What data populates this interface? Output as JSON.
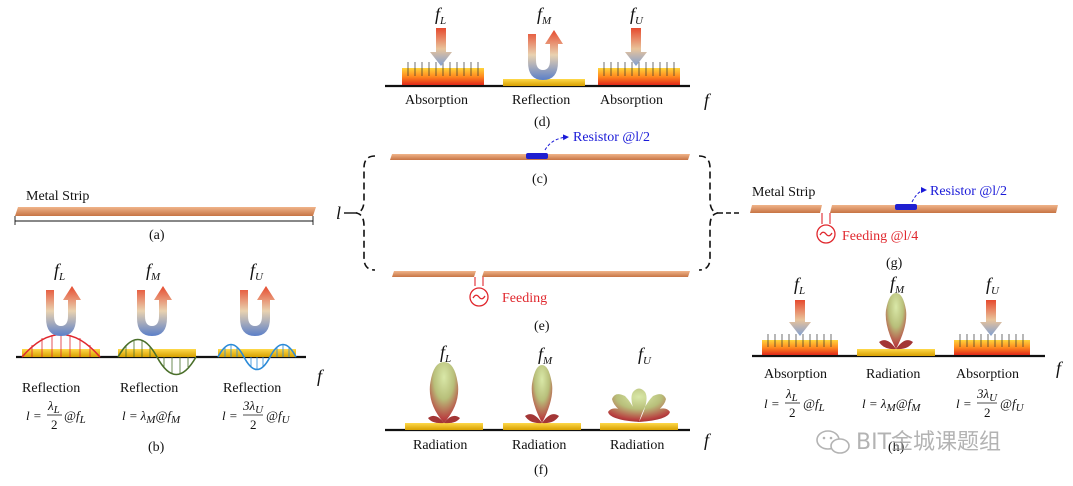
{
  "panels": {
    "a": {
      "caption": "(a)",
      "label": "Metal Strip"
    },
    "b": {
      "caption": "(b)",
      "items": [
        {
          "freq": "f",
          "sub": "L",
          "mode": "Reflection",
          "formula_pre": "l =",
          "formula_num": "λ",
          "num_sub": "L",
          "formula_den": "2",
          "formula_post": "@f",
          "post_sub": "L"
        },
        {
          "freq": "f",
          "sub": "M",
          "mode": "Reflection",
          "formula_pre": "l =",
          "formula_num": "",
          "num_sub": "",
          "formula_den": "",
          "formula_post": "λ",
          "post_sub": "M",
          "tail": "@f",
          "tail_sub": "M"
        },
        {
          "freq": "f",
          "sub": "U",
          "mode": "Reflection",
          "formula_pre": "l =",
          "formula_num": "3λ",
          "num_sub": "U",
          "formula_den": "2",
          "formula_post": "@f",
          "post_sub": "U"
        }
      ]
    },
    "c": {
      "caption": "(c)",
      "resistor": "Resistor @l/2"
    },
    "d": {
      "caption": "(d)",
      "items": [
        {
          "freq": "f",
          "sub": "L",
          "mode": "Absorption"
        },
        {
          "freq": "f",
          "sub": "M",
          "mode": "Reflection"
        },
        {
          "freq": "f",
          "sub": "U",
          "mode": "Absorption"
        }
      ]
    },
    "e": {
      "caption": "(e)",
      "feed": "Feeding"
    },
    "f": {
      "caption": "(f)",
      "items": [
        {
          "freq": "f",
          "sub": "L",
          "mode": "Radiation"
        },
        {
          "freq": "f",
          "sub": "M",
          "mode": "Radiation"
        },
        {
          "freq": "f",
          "sub": "U",
          "mode": "Radiation"
        }
      ]
    },
    "g": {
      "caption": "(g)",
      "label": "Metal Strip",
      "resistor": "Resistor @l/2",
      "feed": "Feeding @l/4"
    },
    "h": {
      "caption": "(h)",
      "items": [
        {
          "freq": "f",
          "sub": "L",
          "mode": "Absorption",
          "f_pre": "l =",
          "num": "λ",
          "num_sub": "L",
          "den": "2",
          "post": "@f",
          "post_sub": "L"
        },
        {
          "freq": "f",
          "sub": "M",
          "mode": "Radiation",
          "f_pre": "l = λ",
          "num_sub": "M",
          "post": "@f",
          "post_sub": "M"
        },
        {
          "freq": "f",
          "sub": "U",
          "mode": "Absorption",
          "f_pre": "l =",
          "num": "3λ",
          "num_sub": "U",
          "den": "2",
          "post": "@f",
          "post_sub": "U"
        }
      ]
    }
  },
  "axis_symbol": "f",
  "length_symbol": "l",
  "watermark": "BIT金城课题组",
  "colors": {
    "strip": "#d98b5e",
    "gold": "#e6b800",
    "resistor": "#1f1fd0",
    "feed": "#e0282e",
    "text_blue": "#1a1ad8"
  }
}
